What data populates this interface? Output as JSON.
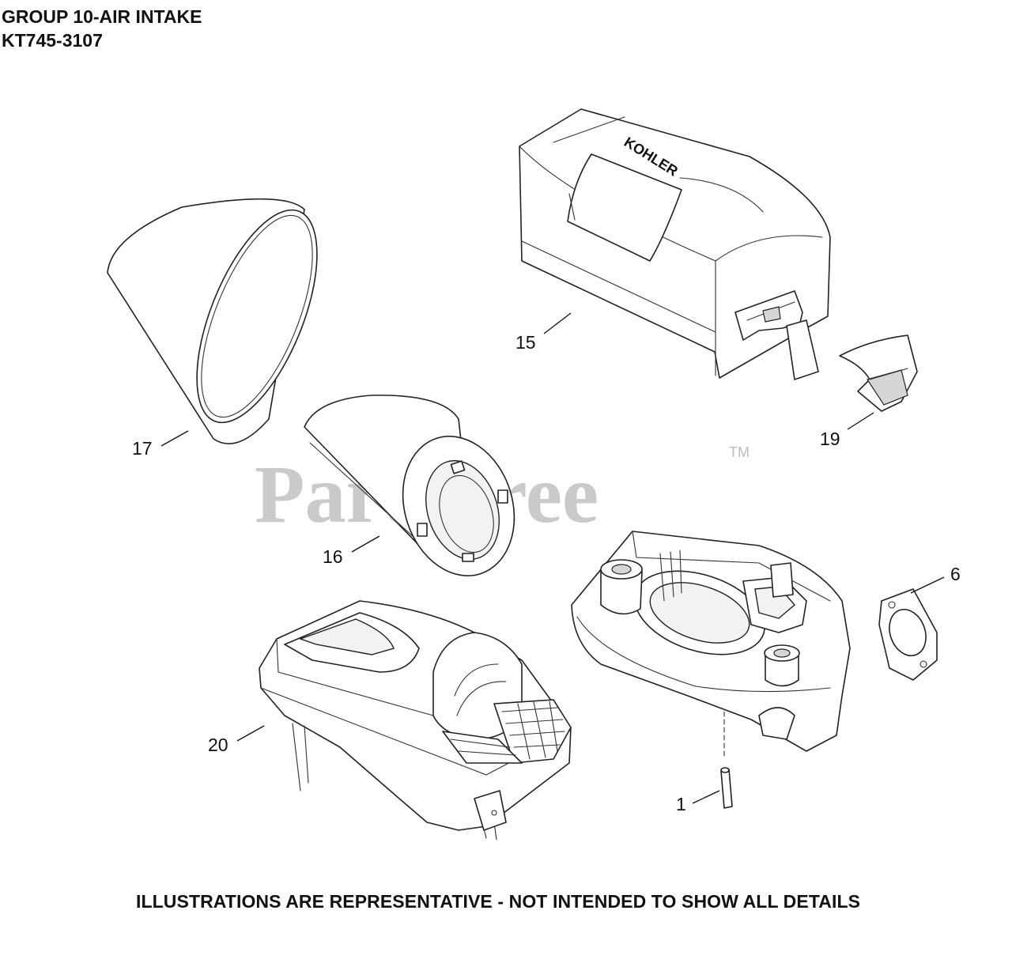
{
  "header": {
    "title": "GROUP 10-AIR INTAKE",
    "model": "KT745-3107"
  },
  "footer": {
    "disclaimer": "ILLUSTRATIONS ARE REPRESENTATIVE - NOT INTENDED TO SHOW ALL DETAILS"
  },
  "watermark": {
    "text": "PartsTree",
    "trademark": "TM"
  },
  "cover_brand": "KOHLER",
  "callouts": {
    "p15": "15",
    "p17": "17",
    "p19": "19",
    "p16": "16",
    "p6": "6",
    "p20": "20",
    "p1": "1"
  }
}
